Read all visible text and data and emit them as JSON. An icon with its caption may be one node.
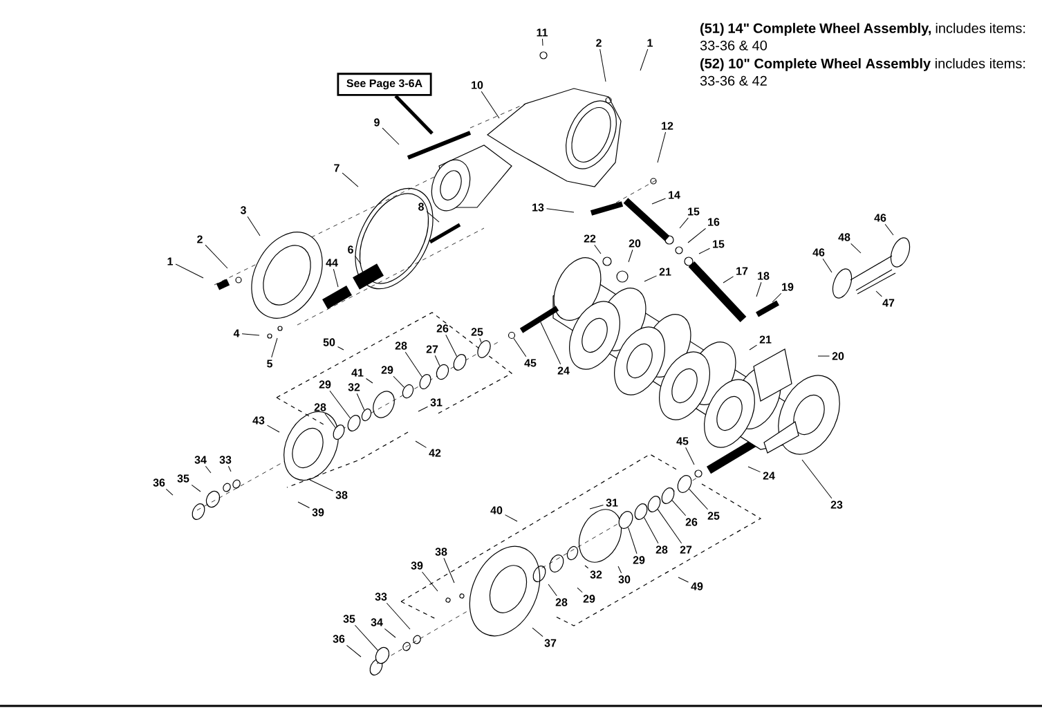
{
  "diagram": {
    "nodes": [
      {
        "text": [
          "11"
        ]
      },
      {
        "text": [
          "2"
        ]
      },
      {
        "text": [
          "1"
        ]
      },
      {
        "text": [
          "See Page 3-6A"
        ]
      },
      {
        "text": [
          "10"
        ]
      },
      {
        "text": [
          "9"
        ]
      },
      {
        "text": [
          "7"
        ]
      },
      {
        "text": [
          "12"
        ]
      },
      {
        "text": [
          "14"
        ]
      },
      {
        "text": [
          "13"
        ]
      },
      {
        "text": [
          "8"
        ]
      },
      {
        "text": [
          "3"
        ]
      },
      {
        "text": [
          "2"
        ]
      },
      {
        "text": [
          "1"
        ]
      },
      {
        "text": [
          "44"
        ]
      },
      {
        "text": [
          "6"
        ]
      },
      {
        "text": [
          "15"
        ]
      },
      {
        "text": [
          "16"
        ]
      },
      {
        "text": [
          "15"
        ]
      },
      {
        "text": [
          "22"
        ]
      },
      {
        "text": [
          "20"
        ]
      },
      {
        "text": [
          "21"
        ]
      },
      {
        "text": [
          "17"
        ]
      },
      {
        "text": [
          "18"
        ]
      },
      {
        "text": [
          "19"
        ]
      },
      {
        "text": [
          "46"
        ]
      },
      {
        "text": [
          "48"
        ]
      },
      {
        "text": [
          "46"
        ]
      },
      {
        "text": [
          "47"
        ]
      },
      {
        "text": [
          "4"
        ]
      },
      {
        "text": [
          "5"
        ]
      },
      {
        "text": [
          "50"
        ]
      },
      {
        "text": [
          "45"
        ]
      },
      {
        "text": [
          "24"
        ]
      },
      {
        "text": [
          "21"
        ]
      },
      {
        "text": [
          "20"
        ]
      },
      {
        "text": [
          "26"
        ]
      },
      {
        "text": [
          "25"
        ]
      },
      {
        "text": [
          "28"
        ]
      },
      {
        "text": [
          "27"
        ]
      },
      {
        "text": [
          "41"
        ]
      },
      {
        "text": [
          "29"
        ]
      },
      {
        "text": [
          "29"
        ]
      },
      {
        "text": [
          "32"
        ]
      },
      {
        "text": [
          "31"
        ]
      },
      {
        "text": [
          "28"
        ]
      },
      {
        "text": [
          "43"
        ]
      },
      {
        "text": [
          "42"
        ]
      },
      {
        "text": [
          "34"
        ]
      },
      {
        "text": [
          "33"
        ]
      },
      {
        "text": [
          "36"
        ]
      },
      {
        "text": [
          "35"
        ]
      },
      {
        "text": [
          "38"
        ]
      },
      {
        "text": [
          "39"
        ]
      },
      {
        "text": [
          "45"
        ]
      },
      {
        "text": [
          "24"
        ]
      },
      {
        "text": [
          "23"
        ]
      },
      {
        "text": [
          "40"
        ]
      },
      {
        "text": [
          "31"
        ]
      },
      {
        "text": [
          "25"
        ]
      },
      {
        "text": [
          "26"
        ]
      },
      {
        "text": [
          "27"
        ]
      },
      {
        "text": [
          "28"
        ]
      },
      {
        "text": [
          "29"
        ]
      },
      {
        "text": [
          "32"
        ]
      },
      {
        "text": [
          "30"
        ]
      },
      {
        "text": [
          "29"
        ]
      },
      {
        "text": [
          "28"
        ]
      },
      {
        "text": [
          "38"
        ]
      },
      {
        "text": [
          "39"
        ]
      },
      {
        "text": [
          "33"
        ]
      },
      {
        "text": [
          "49"
        ]
      },
      {
        "text": [
          "37"
        ]
      },
      {
        "text": [
          "35"
        ]
      },
      {
        "text": [
          "34"
        ]
      },
      {
        "text": [
          "36"
        ]
      },
      {
        "text": [],
        "shape": "circle"
      },
      {
        "text": [],
        "shape": "circle"
      },
      {
        "text": [],
        "shape": "circle"
      },
      {
        "text": [],
        "shape": "circle"
      },
      {
        "text": [],
        "shape": "circle"
      },
      {
        "text": [],
        "shape": "circle"
      },
      {
        "text": [],
        "shape": "circle"
      },
      {
        "text": [],
        "shape": "circle"
      },
      {
        "text": [],
        "shape": "circle"
      },
      {
        "text": [],
        "shape": "circle"
      },
      {
        "text": [],
        "shape": "circle"
      },
      {
        "text": [],
        "shape": "circle"
      },
      {
        "text": [],
        "shape": "circle"
      },
      {
        "text": [],
        "shape": "circle"
      },
      {
        "text": [],
        "shape": "circle"
      },
      {
        "text": [],
        "shape": "bar"
      }
    ],
    "edges": [
      {
        "from": 0,
        "to": null,
        "arrow": "none"
      },
      {
        "from": 1,
        "to": null,
        "arrow": "none"
      },
      {
        "from": 2,
        "to": null,
        "arrow": "none"
      },
      {
        "from": 3,
        "to": null,
        "arrow": "none",
        "style": "thick"
      },
      {
        "from": 4,
        "to": null,
        "arrow": "none"
      },
      {
        "from": 5,
        "to": null,
        "arrow": "none"
      },
      {
        "from": 6,
        "to": null,
        "arrow": "none"
      },
      {
        "from": 7,
        "to": null,
        "arrow": "none"
      },
      {
        "from": 8,
        "to": null,
        "arrow": "none"
      },
      {
        "from": 9,
        "to": null,
        "arrow": "none"
      },
      {
        "from": 10,
        "to": null,
        "arrow": "none"
      },
      {
        "from": 11,
        "to": null,
        "arrow": "none"
      },
      {
        "from": 12,
        "to": null,
        "arrow": "none"
      },
      {
        "from": 13,
        "to": null,
        "arrow": "none"
      },
      {
        "from": 14,
        "to": null,
        "arrow": "none"
      },
      {
        "from": 15,
        "to": null,
        "arrow": "none"
      },
      {
        "from": 16,
        "to": null,
        "arrow": "none"
      },
      {
        "from": 17,
        "to": null,
        "arrow": "none"
      },
      {
        "from": 18,
        "to": null,
        "arrow": "none"
      },
      {
        "from": 19,
        "to": null,
        "arrow": "none"
      },
      {
        "from": 20,
        "to": null,
        "arrow": "none"
      },
      {
        "from": 21,
        "to": null,
        "arrow": "none"
      },
      {
        "from": 22,
        "to": null,
        "arrow": "none"
      },
      {
        "from": 23,
        "to": null,
        "arrow": "none"
      },
      {
        "from": 24,
        "to": null,
        "arrow": "none"
      },
      {
        "from": 25,
        "to": null,
        "arrow": "none"
      },
      {
        "from": 26,
        "to": null,
        "arrow": "none"
      },
      {
        "from": 27,
        "to": null,
        "arrow": "none"
      },
      {
        "from": 28,
        "to": null,
        "arrow": "none"
      },
      {
        "from": 29,
        "to": null,
        "arrow": "none"
      },
      {
        "from": 30,
        "to": null,
        "arrow": "none"
      },
      {
        "from": 31,
        "to": null,
        "arrow": "none"
      },
      {
        "from": 32,
        "to": 90,
        "arrow": "none"
      },
      {
        "from": 33,
        "to": 91,
        "arrow": "none"
      },
      {
        "from": 34,
        "to": null,
        "arrow": "none"
      },
      {
        "from": 35,
        "to": null,
        "arrow": "none"
      },
      {
        "from": 36,
        "to": 79,
        "arrow": "none"
      },
      {
        "from": 37,
        "to": 80,
        "arrow": "none"
      },
      {
        "from": 38,
        "to": 77,
        "arrow": "none"
      },
      {
        "from": 39,
        "to": 78,
        "arrow": "none"
      },
      {
        "from": 40,
        "to": null,
        "arrow": "none"
      },
      {
        "from": 41,
        "to": 76,
        "arrow": "none"
      },
      {
        "from": 42,
        "to": 82,
        "arrow": "none"
      },
      {
        "from": 43,
        "to": 83,
        "arrow": "none"
      },
      {
        "from": 44,
        "to": null,
        "arrow": "none"
      },
      {
        "from": 45,
        "to": 81,
        "arrow": "none"
      },
      {
        "from": 46,
        "to": null,
        "arrow": "none"
      },
      {
        "from": 47,
        "to": null,
        "arrow": "none"
      },
      {
        "from": 48,
        "to": null,
        "arrow": "none"
      },
      {
        "from": 49,
        "to": null,
        "arrow": "none"
      },
      {
        "from": 50,
        "to": null,
        "arrow": "none"
      },
      {
        "from": 51,
        "to": null,
        "arrow": "none"
      },
      {
        "from": 52,
        "to": null,
        "arrow": "none"
      },
      {
        "from": 53,
        "to": null,
        "arrow": "none"
      },
      {
        "from": 54,
        "to": null,
        "arrow": "none"
      },
      {
        "from": 55,
        "to": null,
        "arrow": "none"
      },
      {
        "from": 56,
        "to": null,
        "arrow": "none"
      },
      {
        "from": 57,
        "to": null,
        "arrow": "none"
      },
      {
        "from": 58,
        "to": null,
        "arrow": "none"
      },
      {
        "from": 59,
        "to": 88,
        "arrow": "none"
      },
      {
        "from": 60,
        "to": 87,
        "arrow": "none"
      },
      {
        "from": 61,
        "to": 86,
        "arrow": "none"
      },
      {
        "from": 62,
        "to": 85,
        "arrow": "none"
      },
      {
        "from": 63,
        "to": 84,
        "arrow": "none"
      },
      {
        "from": 64,
        "to": null,
        "arrow": "none"
      },
      {
        "from": 65,
        "to": null,
        "arrow": "none"
      },
      {
        "from": 66,
        "to": null,
        "arrow": "none"
      },
      {
        "from": 67,
        "to": null,
        "arrow": "none"
      },
      {
        "from": 68,
        "to": null,
        "arrow": "none"
      },
      {
        "from": 69,
        "to": null,
        "arrow": "none"
      },
      {
        "from": 70,
        "to": null,
        "arrow": "none"
      },
      {
        "from": 71,
        "to": null,
        "arrow": "none"
      },
      {
        "from": 72,
        "to": null,
        "arrow": "none"
      },
      {
        "from": 73,
        "to": 89,
        "arrow": "none"
      },
      {
        "from": 74,
        "to": null,
        "arrow": "none"
      },
      {
        "from": 75,
        "to": null,
        "arrow": "none"
      }
    ],
    "labels": [
      "**(51) 14\" Complete Wheel Assembly,** includes items: 33-36 & 40",
      "**(52) 10\" Complete Wheel Assembly** includes items: 33-36 & 42"
    ]
  }
}
